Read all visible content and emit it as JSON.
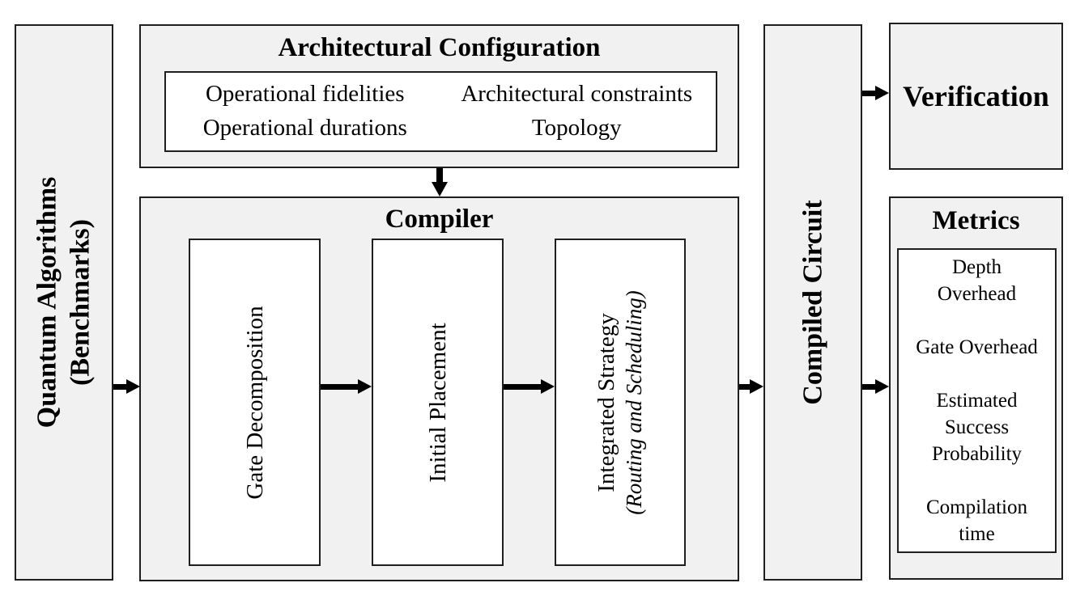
{
  "colors": {
    "box_fill": "#f1f1f1",
    "inner_fill": "#ffffff",
    "border": "#1f1f1f",
    "arrow": "#000000",
    "text": "#000000"
  },
  "input_box": {
    "line1": "Quantum Algorithms",
    "line2": "(Benchmarks)"
  },
  "architectural_configuration": {
    "title": "Architectural Configuration",
    "cells": [
      "Operational fidelities",
      "Architectural constraints",
      "Operational durations",
      "Topology"
    ]
  },
  "compiler": {
    "title": "Compiler",
    "stages": [
      {
        "label": "Gate Decomposition"
      },
      {
        "label": "Initial Placement"
      },
      {
        "label": "Integrated Strategy",
        "sublabel": "(Routing and Scheduling)"
      }
    ]
  },
  "compiled_circuit": {
    "title": "Compiled Circuit"
  },
  "verification": {
    "title": "Verification"
  },
  "metrics": {
    "title": "Metrics",
    "items": [
      "Depth\nOverhead",
      "Gate Overhead",
      "Estimated\nSuccess\nProbability",
      "Compilation\ntime"
    ]
  }
}
